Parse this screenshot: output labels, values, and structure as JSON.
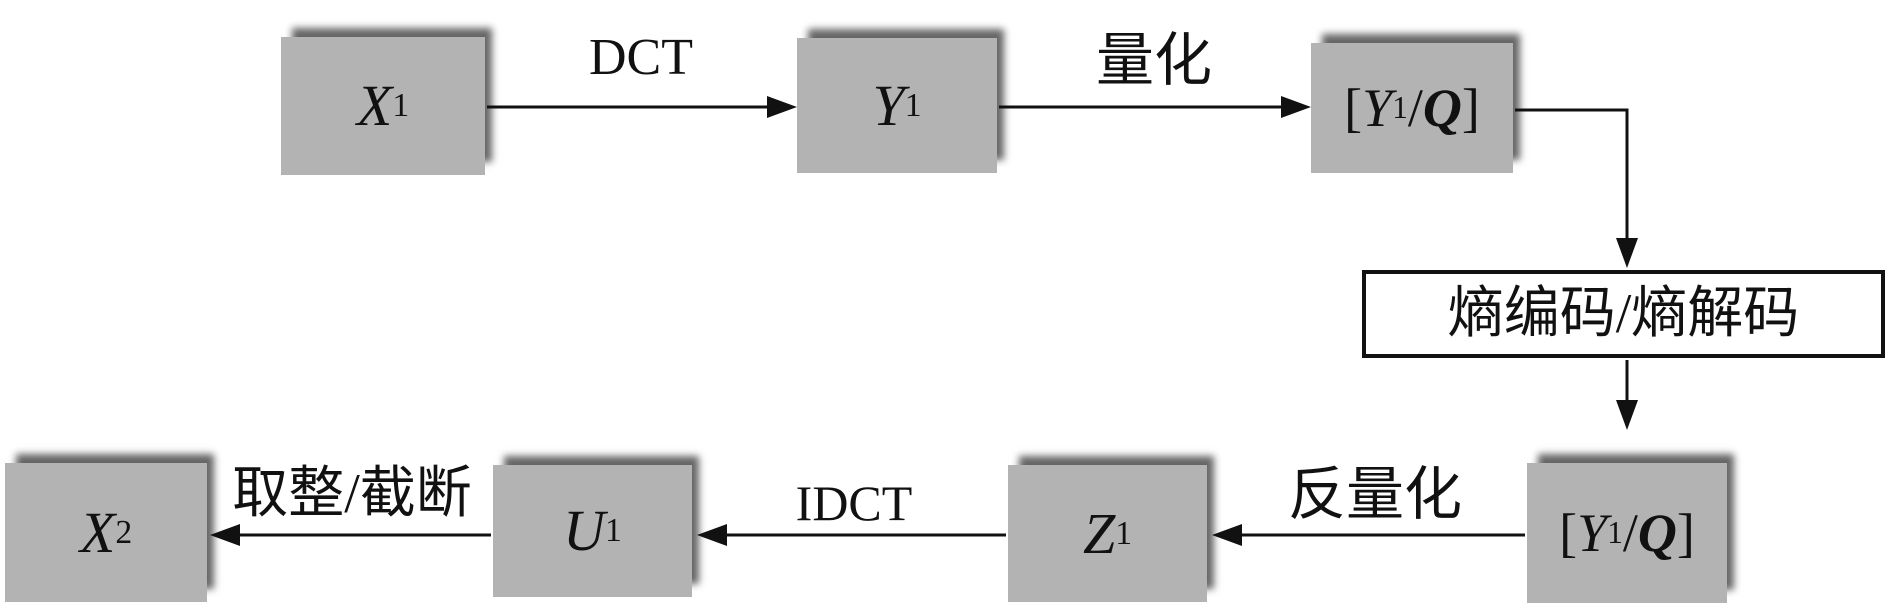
{
  "diagram": {
    "description": "DCT transform coding / entropy codec flow diagram",
    "accent_colors": {
      "block_fill": "#b3b3b3",
      "line": "#111111",
      "entropy_fill": "#ffffff"
    },
    "nodes": {
      "x1": {
        "parts": [
          {
            "t": "X",
            "s": "i"
          },
          {
            "t": "1",
            "s": "sup"
          }
        ]
      },
      "y1": {
        "parts": [
          {
            "t": "Y",
            "s": "i"
          },
          {
            "t": "1",
            "s": "sup"
          }
        ]
      },
      "yq_top": {
        "parts": [
          {
            "t": "[",
            "s": ""
          },
          {
            "t": "Y",
            "s": "i"
          },
          {
            "t": "1",
            "s": "sup"
          },
          {
            "t": "/",
            "s": ""
          },
          {
            "t": "Q",
            "s": "bi"
          },
          {
            "t": "]",
            "s": ""
          }
        ]
      },
      "entropy": {
        "label": "熵编码/熵解码"
      },
      "yq_bottom": {
        "parts": [
          {
            "t": "[",
            "s": ""
          },
          {
            "t": "Y",
            "s": "i"
          },
          {
            "t": "1",
            "s": "sup"
          },
          {
            "t": "/",
            "s": ""
          },
          {
            "t": "Q",
            "s": "bi"
          },
          {
            "t": "]",
            "s": ""
          }
        ]
      },
      "z1": {
        "parts": [
          {
            "t": "Z",
            "s": "i"
          },
          {
            "t": "1",
            "s": "sup"
          }
        ]
      },
      "u1": {
        "parts": [
          {
            "t": "U",
            "s": "i"
          },
          {
            "t": "1",
            "s": "sup"
          }
        ]
      },
      "x2": {
        "parts": [
          {
            "t": "X",
            "s": "i"
          },
          {
            "t": "2",
            "s": "sup"
          }
        ]
      }
    },
    "edge_labels": {
      "dct": "DCT",
      "quantize": "量化",
      "dequantize": "反量化",
      "idct": "IDCT",
      "round_truncate": "取整/截断"
    }
  }
}
